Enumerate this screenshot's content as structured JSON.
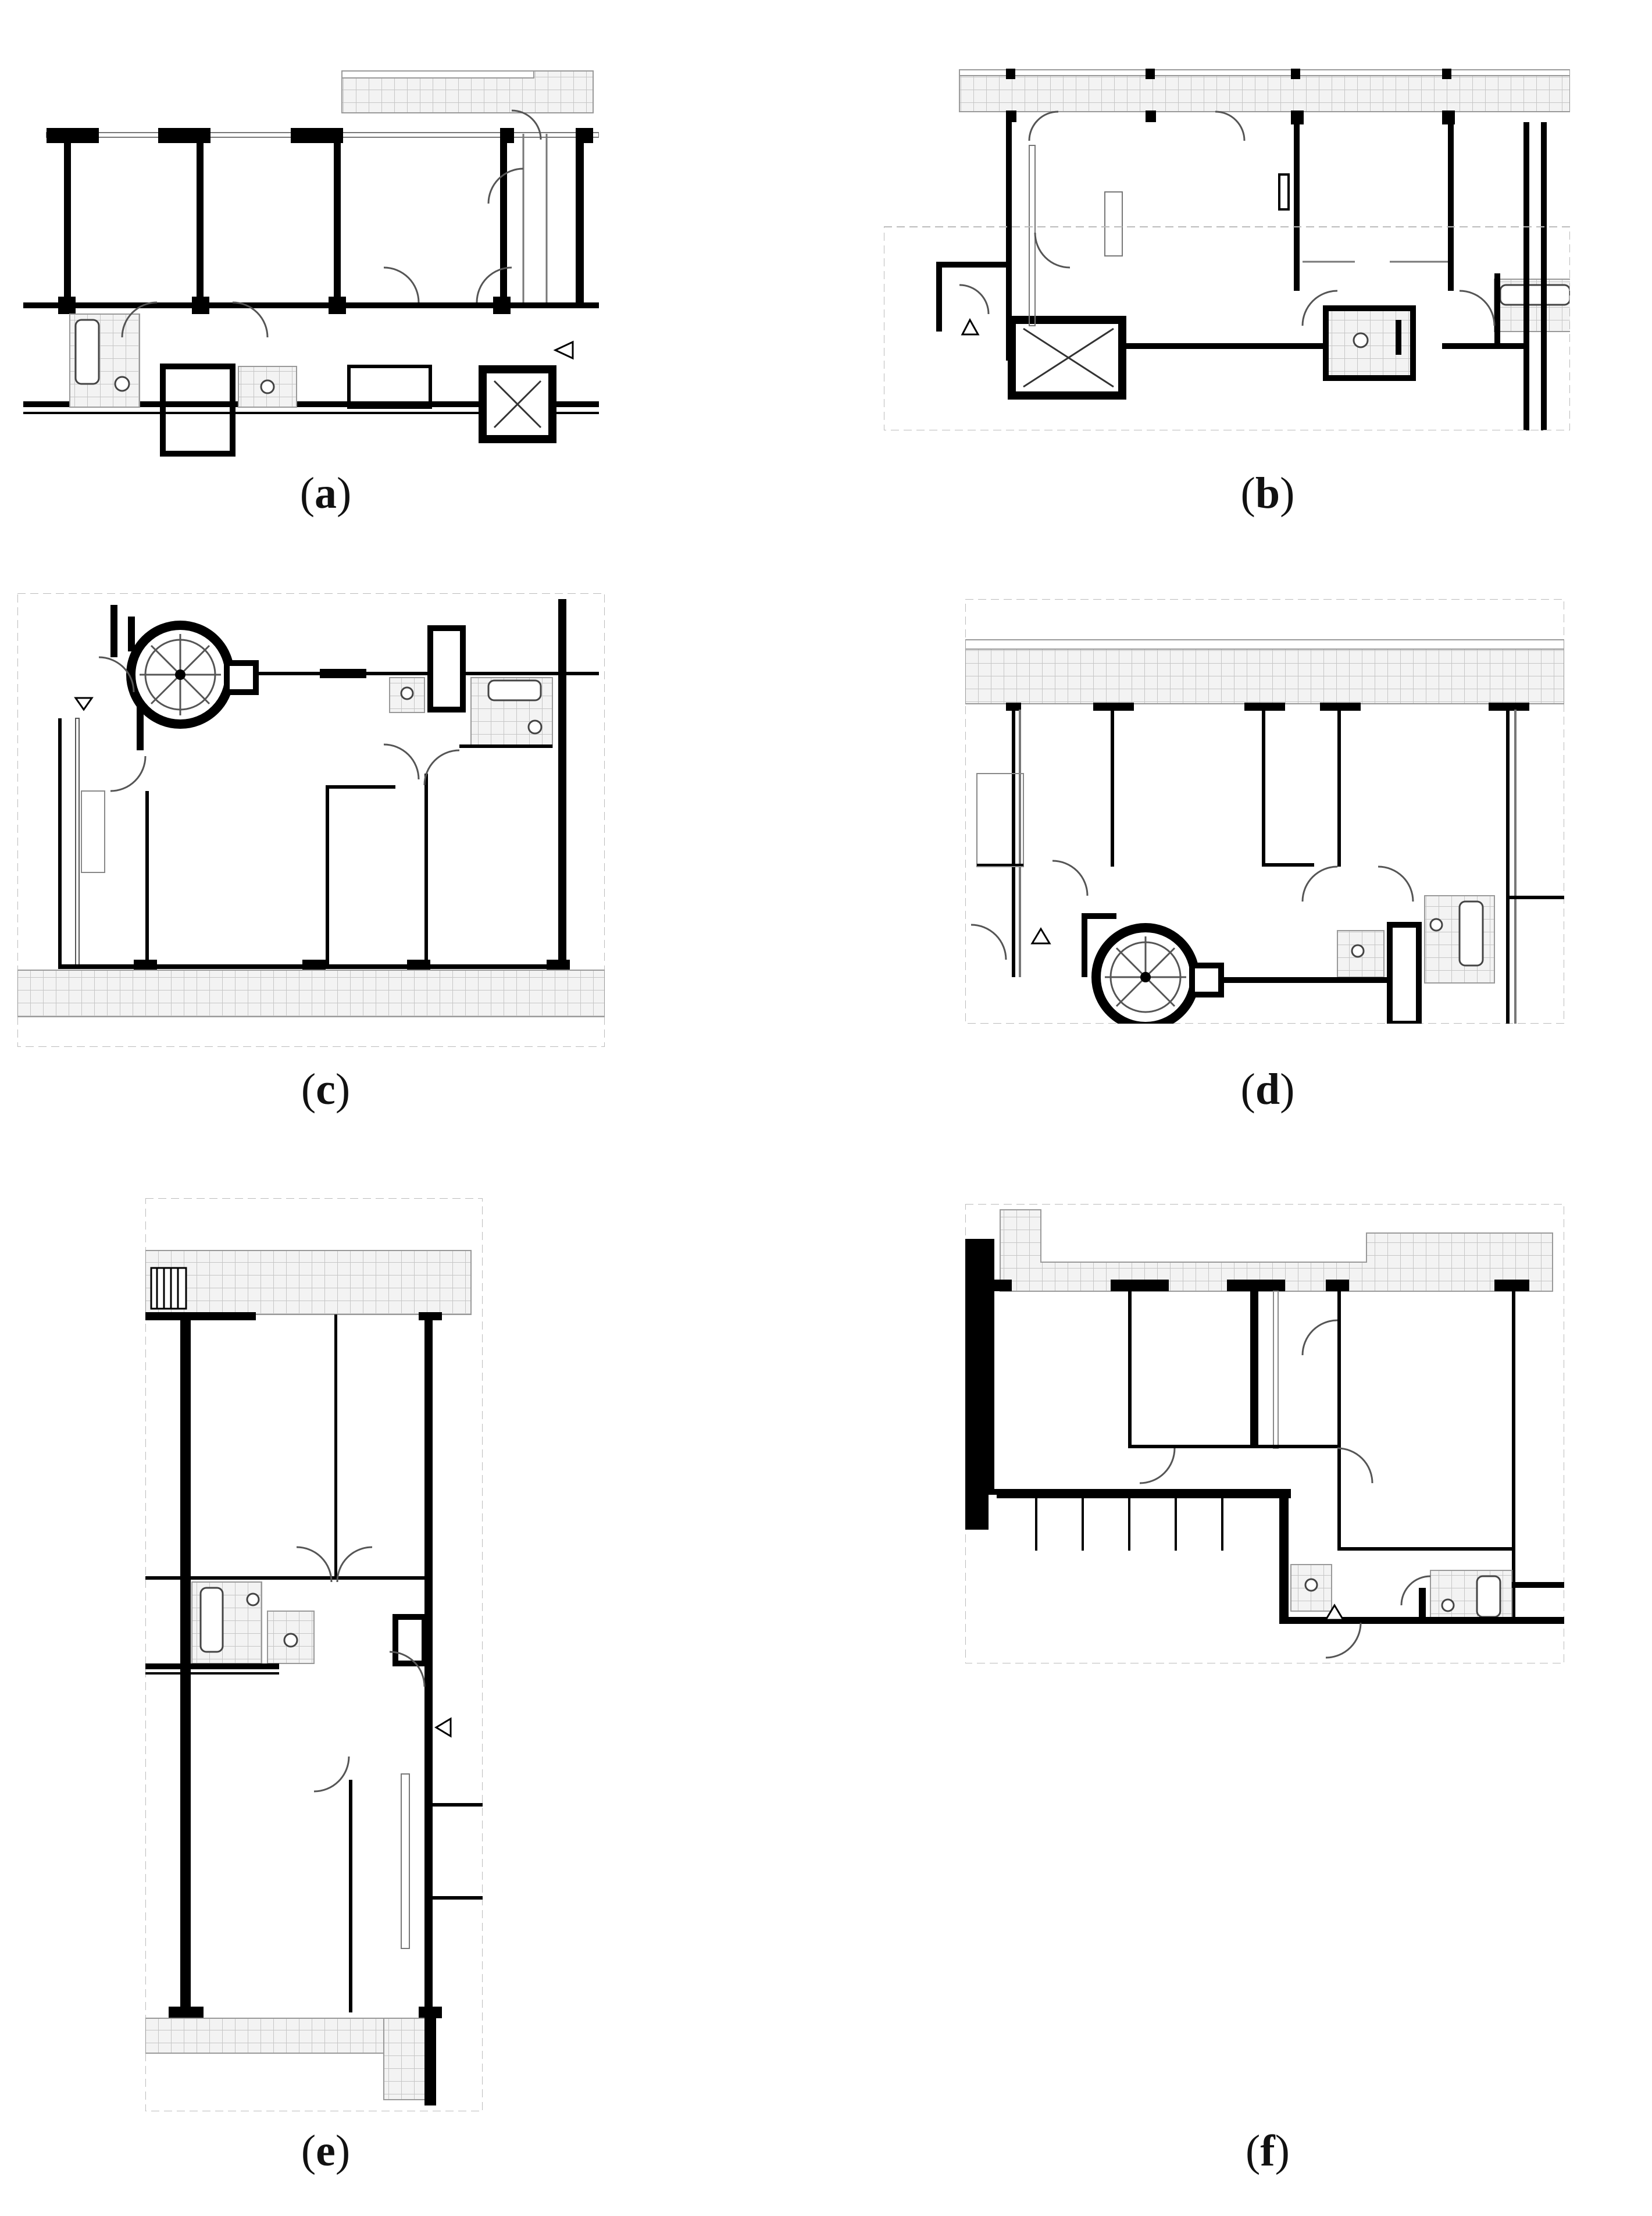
{
  "figure": {
    "panels": [
      {
        "id": "a",
        "caption_open": "(",
        "caption_letter": "a",
        "caption_close": ")"
      },
      {
        "id": "b",
        "caption_open": "(",
        "caption_letter": "b",
        "caption_close": ")"
      },
      {
        "id": "c",
        "caption_open": "(",
        "caption_letter": "c",
        "caption_close": ")"
      },
      {
        "id": "d",
        "caption_open": "(",
        "caption_letter": "d",
        "caption_close": ")"
      },
      {
        "id": "e",
        "caption_open": "(",
        "caption_letter": "e",
        "caption_close": ")"
      },
      {
        "id": "f",
        "caption_open": "(",
        "caption_letter": "f",
        "caption_close": ")"
      }
    ],
    "icons": {
      "entrance": "triangle-entrance-icon",
      "staircase": "spiral-staircase-icon",
      "elevator": "elevator-shaft-icon",
      "bathtub": "bathtub-icon",
      "toilet": "toilet-icon"
    }
  }
}
